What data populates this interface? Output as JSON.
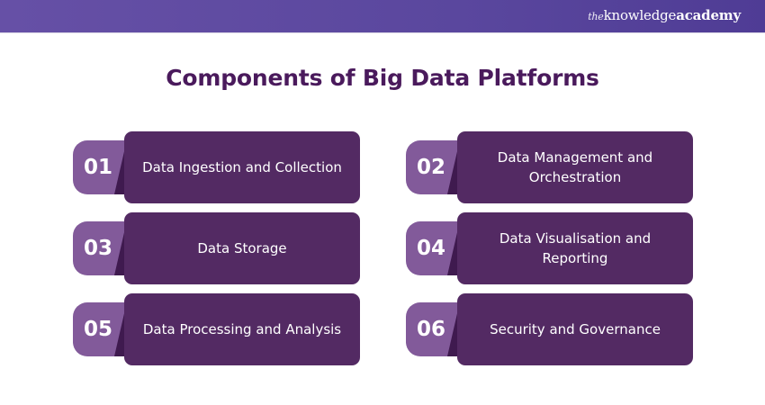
{
  "header": {
    "brand": {
      "prefix": "the",
      "part1": "knowledge",
      "part2": "academy"
    }
  },
  "title": "Components of Big Data Platforms",
  "colors": {
    "header_bg": "#5a479e",
    "title": "#4a1a5c",
    "tab": "#825a9a",
    "fold": "#3f1a4f",
    "box": "#532a63",
    "text_on_box": "#ffffff"
  },
  "components": [
    {
      "number": "01",
      "label": "Data Ingestion and Collection"
    },
    {
      "number": "02",
      "label": "Data Management and Orchestration"
    },
    {
      "number": "03",
      "label": "Data Storage"
    },
    {
      "number": "04",
      "label": "Data Visualisation and Reporting"
    },
    {
      "number": "05",
      "label": "Data Processing and Analysis"
    },
    {
      "number": "06",
      "label": "Security and Governance"
    }
  ]
}
